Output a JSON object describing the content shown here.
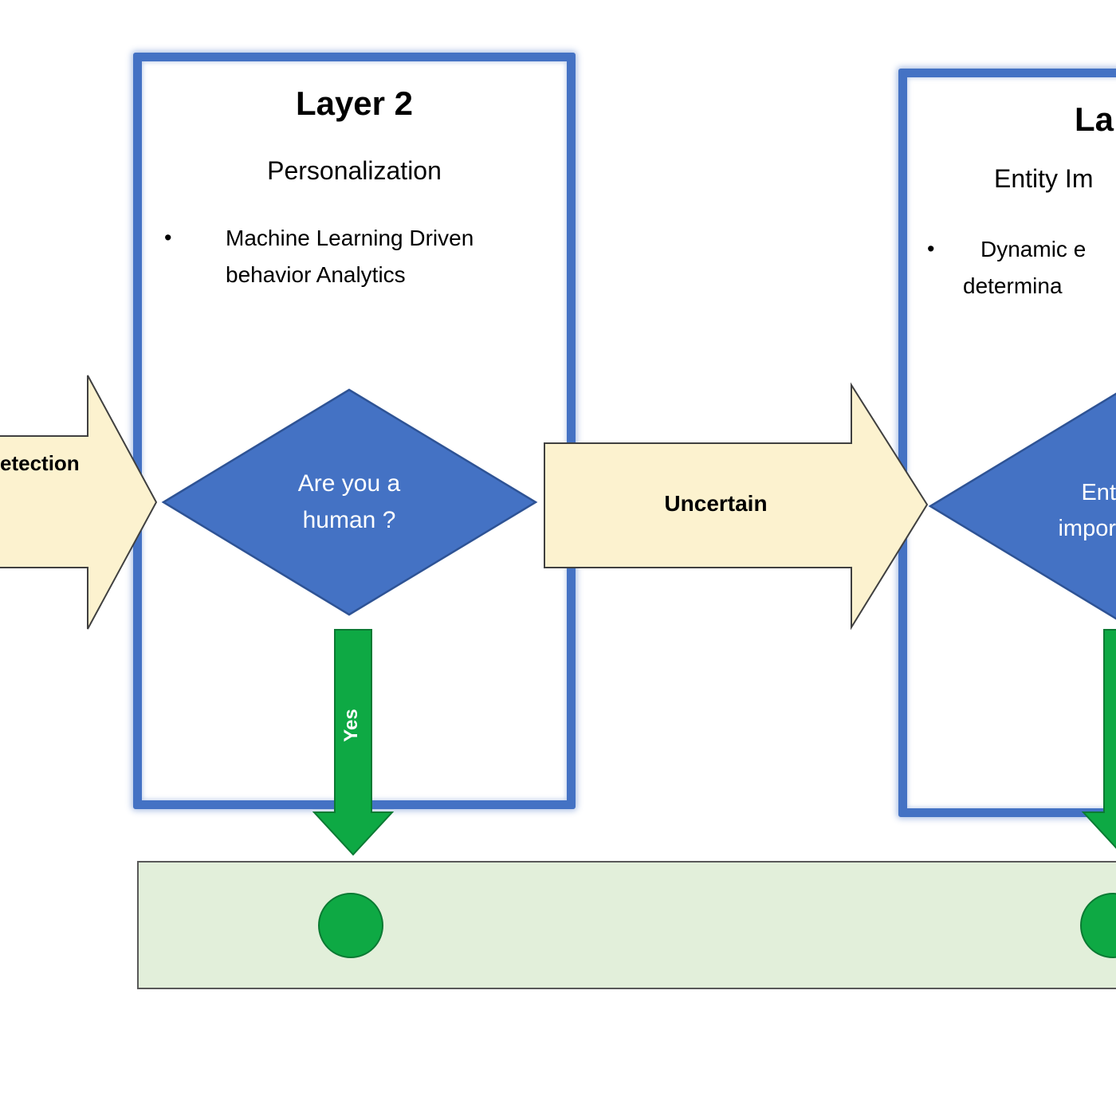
{
  "colors": {
    "box_border": "#4472C4",
    "diamond_fill": "#4472C4",
    "diamond_stroke": "#2E5395",
    "block_arrow_fill": "#FCF2CF",
    "block_arrow_stroke": "#404040",
    "green_fill": "#0EA944",
    "green_stroke": "#0B7A33",
    "bar_fill": "#E2EFDA",
    "bar_stroke": "#595959"
  },
  "layer2": {
    "title": "Layer 2",
    "subtitle": "Personalization",
    "bullet_marker": "•",
    "bullet_line1": "Machine Learning Driven",
    "bullet_line2": "behavior Analytics",
    "diamond_line1": "Are you a",
    "diamond_line2": "human ?",
    "yes_label": "Yes"
  },
  "layer3": {
    "title": "La",
    "subtitle": "Entity Im",
    "bullet_marker": "•",
    "bullet_line1": "Dynamic e",
    "bullet_line2": "determina",
    "diamond_line1": "Ent",
    "diamond_line2": "impor"
  },
  "flow": {
    "incoming_label": "etection",
    "uncertain_label": "Uncertain"
  }
}
